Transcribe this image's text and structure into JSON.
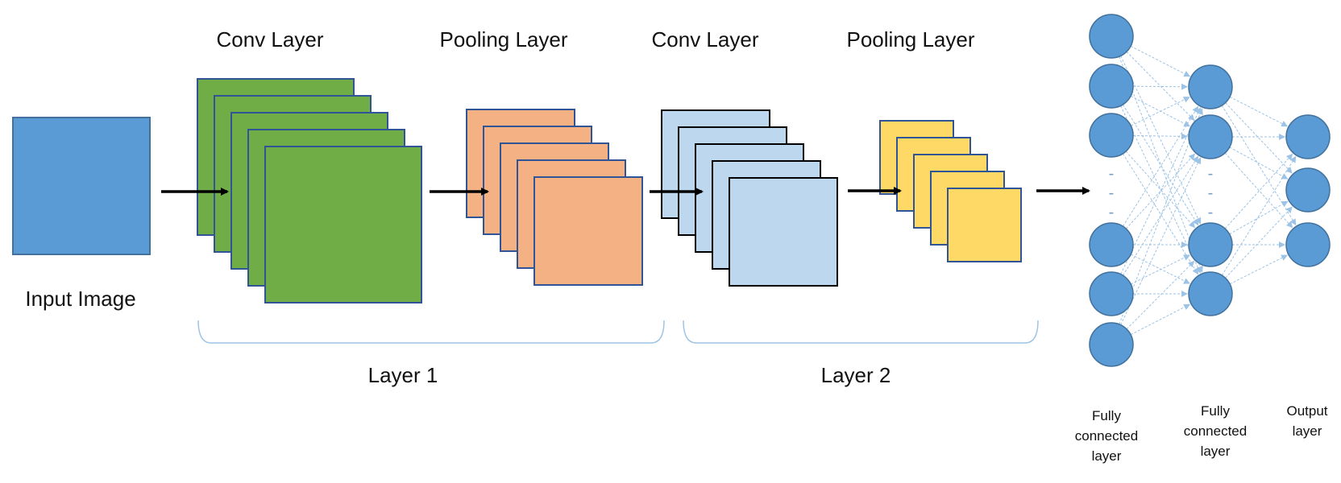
{
  "labels": {
    "input_image": "Input Image",
    "conv_layer_1": "Conv Layer",
    "pooling_layer_1": "Pooling Layer",
    "conv_layer_2": "Conv Layer",
    "pooling_layer_2": "Pooling Layer",
    "layer_1": "Layer 1",
    "layer_2": "Layer 2",
    "fc_layer_1": [
      "Fully",
      "connected",
      "layer"
    ],
    "fc_layer_2": [
      "Fully",
      "connected",
      "layer"
    ],
    "output_layer": [
      "Output",
      "layer"
    ],
    "ellipsis": [
      "-",
      "-",
      "-"
    ]
  },
  "colors": {
    "input": "#5b9bd5",
    "input_stroke": "#41719c",
    "conv1": "#70ad47",
    "conv1_stroke": "#2f5597",
    "pool1": "#f4b183",
    "pool1_stroke": "#2f5597",
    "conv2": "#bdd7ee",
    "conv2_stroke": "#000000",
    "pool2": "#ffd966",
    "pool2_stroke": "#2f5597",
    "neuron": "#5b9bd5",
    "neuron_stroke": "#41719c",
    "connection": "#9dc3e6",
    "arrow": "#000000",
    "bracket": "#9dc3e6"
  },
  "network": {
    "fc1_neurons": 6,
    "fc2_neurons": 4,
    "output_neurons": 3
  }
}
